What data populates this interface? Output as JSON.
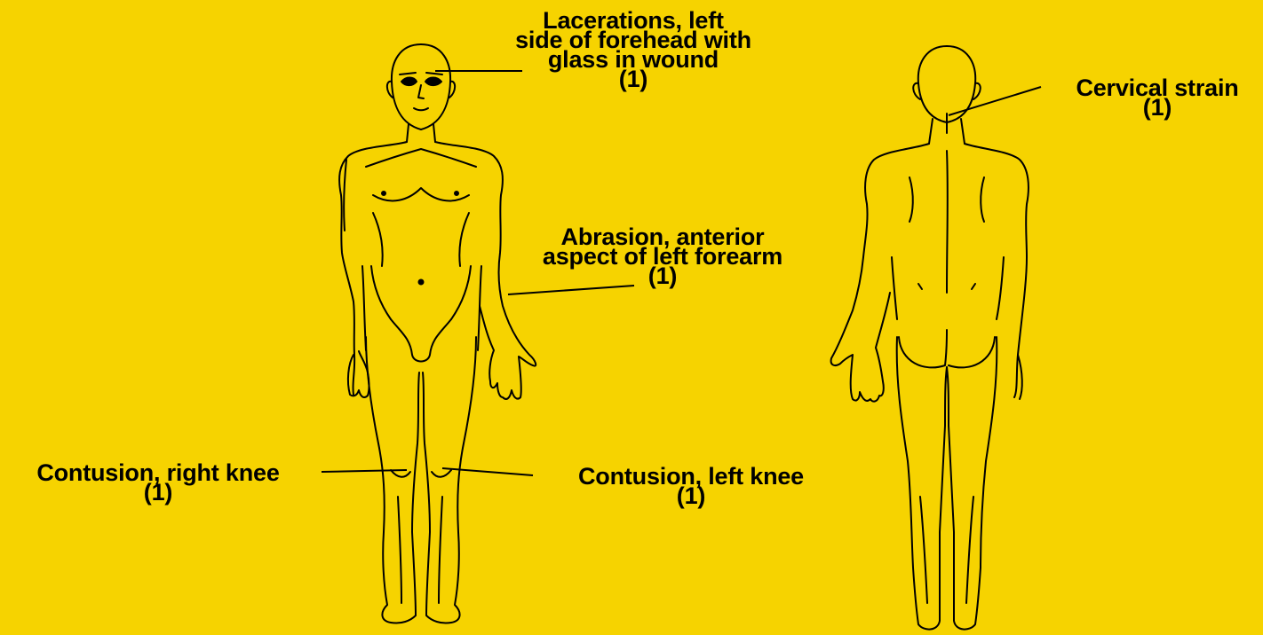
{
  "colors": {
    "background": "#f6d300",
    "ink": "#000000"
  },
  "annotations": [
    {
      "id": "lacerations",
      "lines": [
        "Lacerations, left",
        "side of forehead with",
        "glass in wound",
        "(1)"
      ]
    },
    {
      "id": "abrasion",
      "lines": [
        "Abrasion, anterior",
        "aspect of left forearm",
        "(1)"
      ]
    },
    {
      "id": "cervical",
      "lines": [
        "Cervical strain",
        "(1)"
      ]
    },
    {
      "id": "right-knee",
      "lines": [
        "Contusion, right knee",
        "(1)"
      ]
    },
    {
      "id": "left-knee",
      "lines": [
        "Contusion, left knee",
        "(1)"
      ]
    }
  ]
}
